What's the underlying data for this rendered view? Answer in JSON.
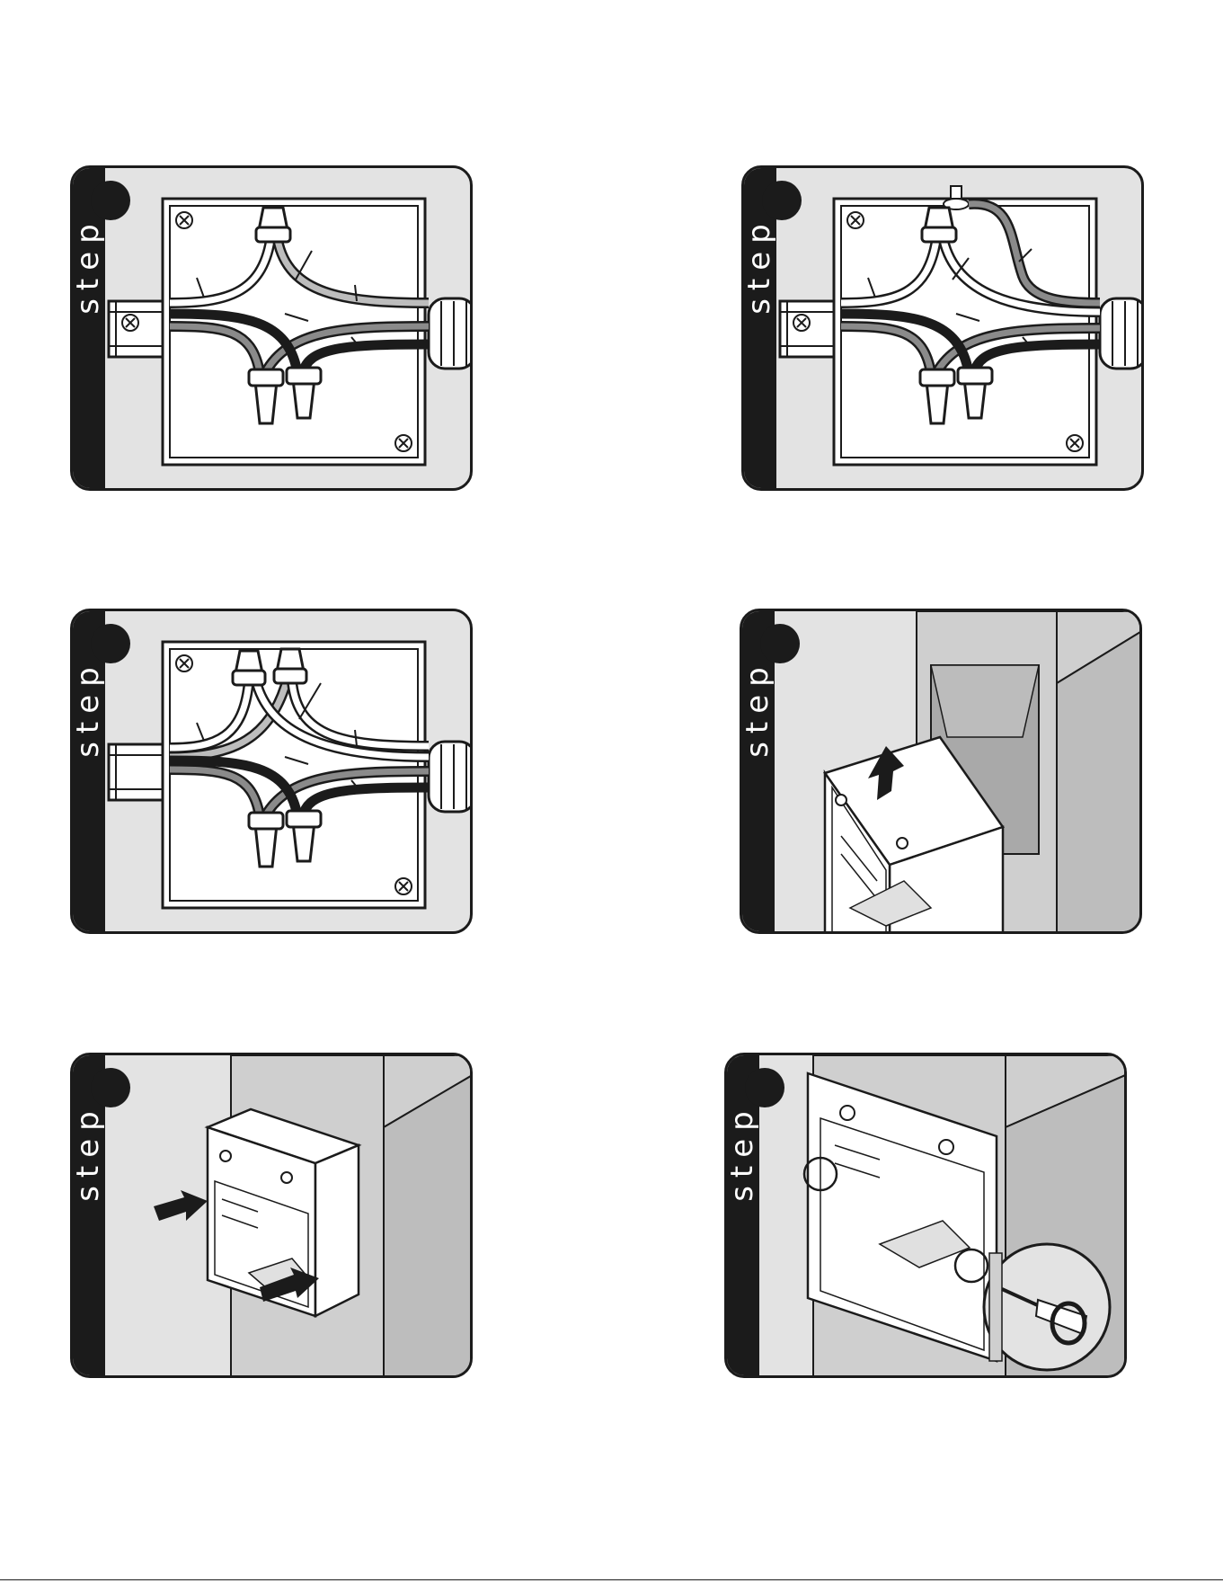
{
  "panels": [
    {
      "id": "p1",
      "label": "step",
      "scene": "junction-box-two-wire"
    },
    {
      "id": "p2",
      "label": "step",
      "scene": "junction-box-ground-screw"
    },
    {
      "id": "p3",
      "label": "step",
      "scene": "junction-box-three-wire"
    },
    {
      "id": "p4",
      "label": "step",
      "scene": "oven-lift-into-cutout"
    },
    {
      "id": "p5",
      "label": "step",
      "scene": "oven-push-into-cutout"
    },
    {
      "id": "p6",
      "label": "step",
      "scene": "oven-secure-with-screws"
    }
  ],
  "colors": {
    "ink": "#1b1b1b",
    "panel_bg": "#e3e3e3",
    "cabinet": "#cfcfcf",
    "cabinet_dark": "#bdbdbd",
    "wire_gray": "#8a8a8a",
    "wire_light": "#bdbdbd"
  }
}
